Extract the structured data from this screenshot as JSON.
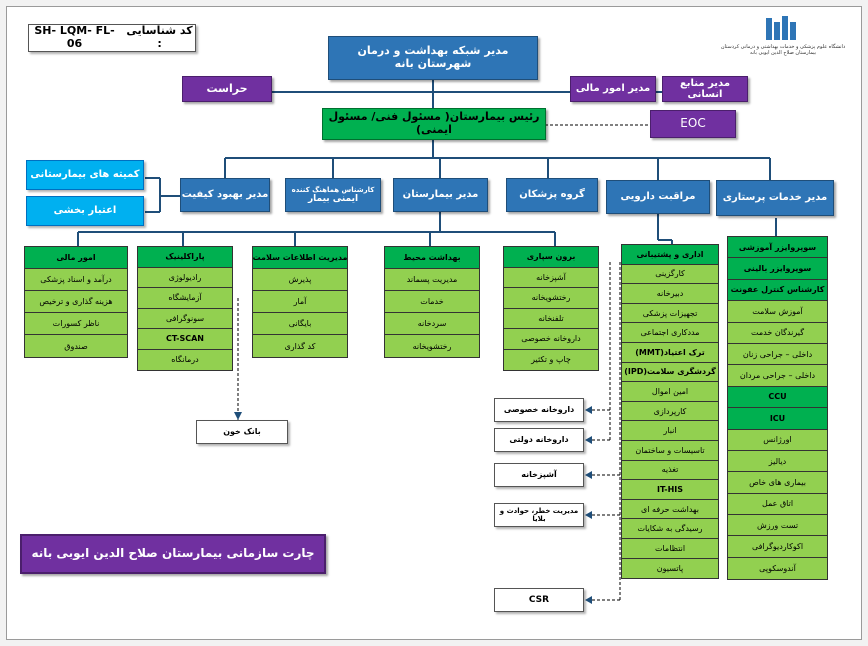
{
  "header": {
    "code_label": "کد شناسایی :",
    "code_value": "SH- LQM- FL-06",
    "logo_text": "دانشگاه علوم پزشکی و خدمات بهداشتی و درمانی کردستان\nبیمارستان صلاح الدین ایوبی بانه"
  },
  "top": {
    "network_manager": "مدیر شبکه بهداشت و درمان شهرستان بانه",
    "security": "حراست",
    "finance_manager": "مدیر امور مالی",
    "hr_manager": "مدیر منابع انسانی",
    "hospital_head": "رئیس بیمارستان( مسئول فنی/ مسئول ایمنی)",
    "eoc": "EOC"
  },
  "level2": {
    "quality_committees": "کمیته های بیمارستانی",
    "accreditation": "اعتبار بخشی",
    "quality_manager": "مدیر بهبود کیفیت",
    "safety_expert_line1": "کارشناس هماهنگ کننده",
    "safety_expert_line2": "ایمنی بیمار",
    "hospital_manager": "مدیر بیمارستان",
    "physicians_group": "گروه پزشکان",
    "pharma_care": "مراقبت دارویی",
    "nursing_manager": "مدیر خدمات پرستاری"
  },
  "columns": {
    "finance": [
      "امور مالی",
      "درآمد و اسناد پزشکی",
      "هزینه گذاری و ترخیص",
      "ناظر کسورات",
      "صندوق"
    ],
    "paraclinic": [
      "پاراکلینیک",
      "رادیولوژی",
      "آزمایشگاه",
      "سونوگرافی",
      "CT-SCAN",
      "درمانگاه"
    ],
    "health_info": [
      "مدیریت اطلاعات سلامت",
      "پذیرش",
      "آمار",
      "بایگانی",
      "کد گذاری"
    ],
    "env_health": [
      "بهداشت محیط",
      "مدیریت پسماند",
      "خدمات",
      "سردخانه",
      "رختشویخانه"
    ],
    "outsourced": [
      "برون سپاری",
      "آشپزخانه",
      "رختشویخانه",
      "تلفنخانه",
      "داروخانه خصوصی",
      "چاپ و تکثیر"
    ],
    "admin_support": [
      "اداری و پشتیبانی",
      "کارگزینی",
      "دبیرخانه",
      "تجهیزات پزشکی",
      "مددکاری اجتماعی",
      "ترک اعتیاد(MMT)",
      "گردشگری سلامت(IPD)",
      "امین اموال",
      "کارپردازی",
      "انبار",
      "تاسیسات و ساختمان",
      "تغذیه",
      "IT-HIS",
      "بهداشت حرفه ای",
      "رسیدگی به شکایات",
      "انتظامات",
      "پاتسیون"
    ],
    "nursing": [
      "سوپروایزر آموزشی",
      "سوپروایزر بالینی",
      "کارشناس کنترل عفونت",
      "آموزش سلامت",
      "گیرندگان خدمت",
      "داخلی – جراحی زنان",
      "داخلی – جراحی مردان",
      "CCU",
      "ICU",
      "اورژانس",
      "دیالیز",
      "بیماری های خاص",
      "اتاق عمل",
      "تست ورزش",
      "اکوکاردیوگرافی",
      "آندوسکوپی"
    ]
  },
  "side": {
    "blood_bank": "بانک خون",
    "private_pharmacy": "داروخانه خصوصی",
    "gov_pharmacy": "داروخانه دولتی",
    "kitchen": "آشپزخانه",
    "risk_manager": "مدیریت خطر، حوادث و بلایا",
    "csr": "CSR"
  },
  "footer": {
    "chart_title": "چارت سازمانی بیمارستان صلاح الدین ایوبی بانه"
  },
  "colors": {
    "navy": "#2e75b6",
    "purple": "#7030a0",
    "green_dark": "#00b050",
    "green_light": "#92d050",
    "cyan": "#00b0f0",
    "hospital_head_bg": "#00b050"
  }
}
